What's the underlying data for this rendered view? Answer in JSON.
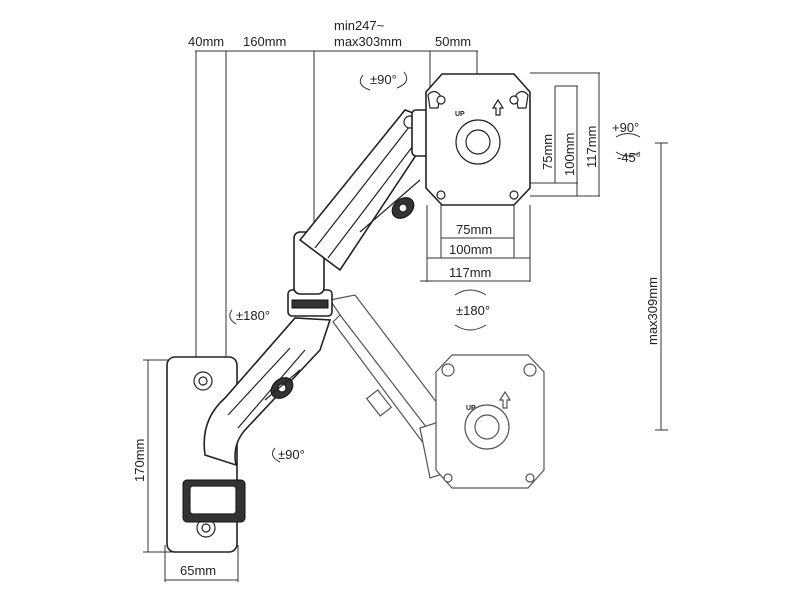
{
  "labels": {
    "wall_offset": "40mm",
    "arm_lower": "160mm",
    "arm_upper_line1": "min247~",
    "arm_upper_line2": "max303mm",
    "plate_offset": "50mm",
    "rot_tilt_top": "±90°",
    "tilt_up": "+90°",
    "tilt_down": "-45°",
    "vesa_75_v": "75mm",
    "vesa_100_v": "100mm",
    "plate_117_v": "117mm",
    "vesa_75_h": "75mm",
    "vesa_100_h": "100mm",
    "plate_117_h": "117mm",
    "rot_plate": "±180°",
    "rot_elbow": "±180°",
    "rot_base": "±90°",
    "max_height": "max309mm",
    "wall_height": "170mm",
    "wall_width": "65mm",
    "up_mark": "UP",
    "up_mark_ghost": "UP"
  },
  "colors": {
    "stroke": "#222222",
    "ghost_stroke": "#555555",
    "background": "#ffffff"
  }
}
